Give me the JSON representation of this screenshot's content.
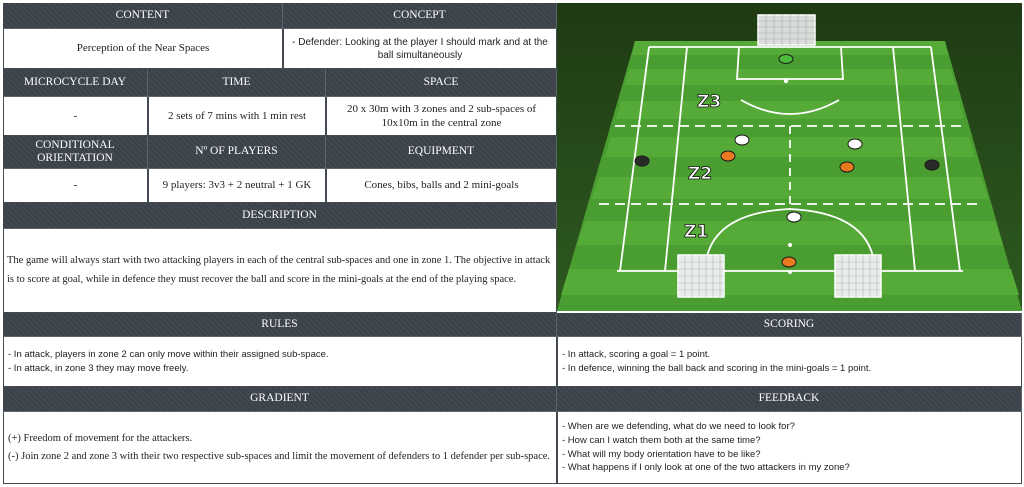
{
  "headers": {
    "content": "CONTENT",
    "concept": "CONCEPT",
    "microcycle_day": "MICROCYCLE DAY",
    "time": "TIME",
    "space": "SPACE",
    "conditional_orientation": "CONDITIONAL ORIENTATION",
    "num_players": "Nº OF PLAYERS",
    "equipment": "EQUIPMENT",
    "description": "DESCRIPTION",
    "rules": "RULES",
    "scoring": "SCORING",
    "gradient": "GRADIENT",
    "feedback": "FEEDBACK"
  },
  "values": {
    "content": "Perception of the Near Spaces",
    "concept": "-  Defender: Looking at the player I should mark and at the ball simultaneously",
    "microcycle_day": "-",
    "time": "2 sets of 7 mins with 1 min rest",
    "space": "20 x 30m with 3 zones and 2 sub-spaces of 10x10m in the central zone",
    "conditional_orientation": "-",
    "num_players": "9 players: 3v3 + 2 neutral + 1 GK",
    "equipment": "Cones, bibs, balls and 2 mini-goals",
    "description": "The game will always start with two attacking players in each of the central sub-spaces and one in zone 1. The objective in attack is to score at goal, while in defence they must recover the ball and score in the mini-goals at the end of the playing space."
  },
  "rules": [
    "-  In attack, players in zone 2 can only move within their assigned sub-space.",
    "-  In attack, in zone 3 they may move freely."
  ],
  "scoring": [
    "-  In attack, scoring a goal = 1 point.",
    "-  In defence, winning the ball back and scoring in the mini-goals = 1 point."
  ],
  "gradient": [
    "(+) Freedom of movement for the attackers.",
    "(-) Join zone 2 and zone 3 with their two respective sub-spaces and limit the movement of defenders to 1 defender per sub-space."
  ],
  "feedback": [
    "-  When are we defending, what do we need to look for?",
    "-  How can I watch them both at the same time?",
    "-  What will my body orientation have to be like?",
    "-  What happens if I only look at one of the two attackers in my zone?"
  ],
  "pitch": {
    "zone_labels": [
      "Z3",
      "Z2",
      "Z1"
    ],
    "colors": {
      "grass_dark": "#3f8f2a",
      "grass_light": "#52a835",
      "line": "#ffffff",
      "player_orange": "#e8791f",
      "player_white": "#ffffff",
      "player_black": "#2a2a2a",
      "goalkeeper_green": "#4cbb3a"
    }
  }
}
